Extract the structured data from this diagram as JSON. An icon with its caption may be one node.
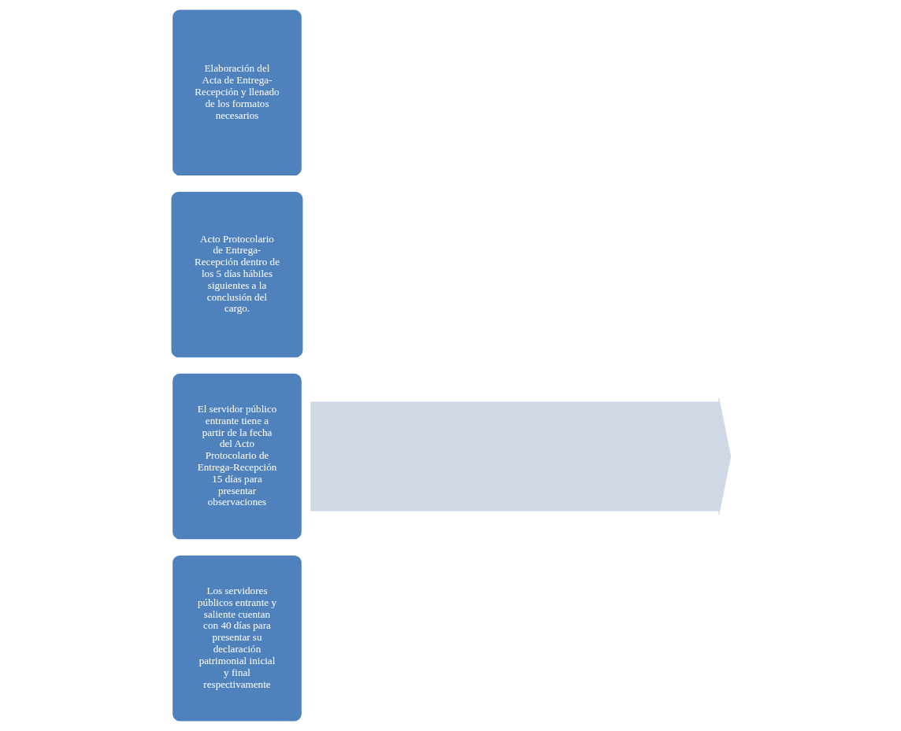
{
  "diagram": {
    "nodes": [
      {
        "text": [],
        "shape": "arrow"
      },
      {
        "text": [
          "Elaboración del Acta de Entrega-Recepción y llenado de los formatos necesarios"
        ]
      },
      {
        "text": [
          "Acto Protocolario de Entrega-Recepción dentro de los 5 días hábiles siguientes a la conclusión del cargo."
        ]
      },
      {
        "text": [
          "El servidor público entrante tiene a partir de la fecha del Acto Protocolario de Entrega-Recepción 15 días para presentar observaciones"
        ]
      },
      {
        "text": [
          "Los servidores públicos entrante y saliente cuentan con 40 días para presentar su declaración patrimonial inicial y final respectivamente"
        ]
      }
    ]
  }
}
